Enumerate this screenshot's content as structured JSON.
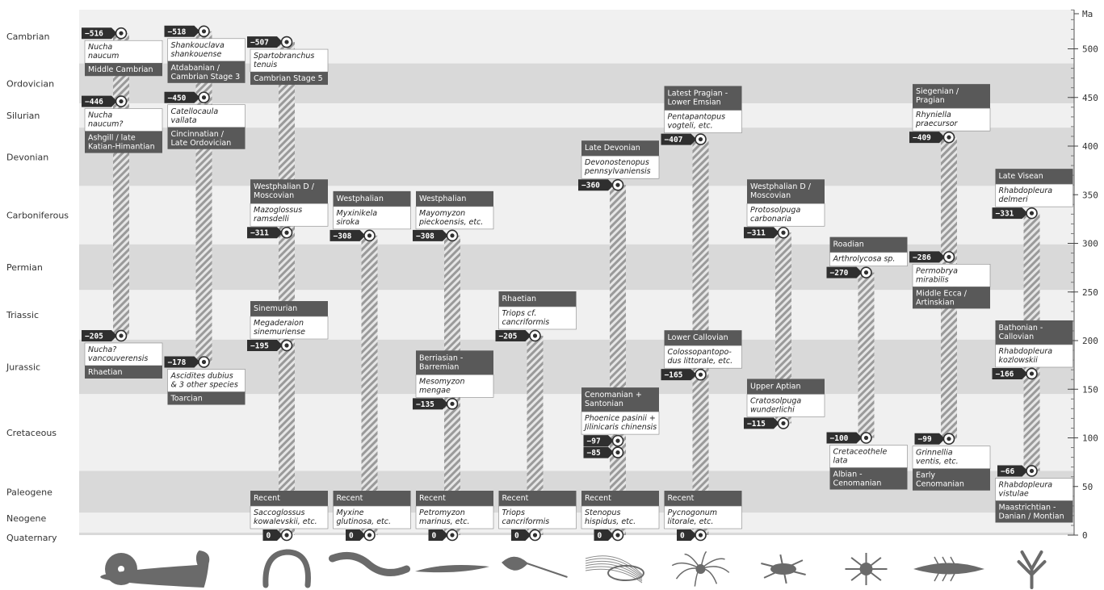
{
  "chart_data": {
    "type": "range",
    "unit_label": "Ma",
    "ylim": [
      0,
      530
    ],
    "y_ticks": [
      0,
      50,
      100,
      150,
      200,
      250,
      300,
      350,
      400,
      450,
      500
    ],
    "periods": [
      {
        "name": "Cambrian",
        "start": 541,
        "end": 485,
        "color": "#f0f0f0"
      },
      {
        "name": "Ordovician",
        "start": 485,
        "end": 444,
        "color": "#d9d9d9"
      },
      {
        "name": "Silurian",
        "start": 444,
        "end": 419,
        "color": "#f0f0f0"
      },
      {
        "name": "Devonian",
        "start": 419,
        "end": 359,
        "color": "#d9d9d9"
      },
      {
        "name": "Carboniferous",
        "start": 359,
        "end": 299,
        "color": "#f0f0f0"
      },
      {
        "name": "Permian",
        "start": 299,
        "end": 252,
        "color": "#d9d9d9"
      },
      {
        "name": "Triassic",
        "start": 252,
        "end": 201,
        "color": "#f0f0f0"
      },
      {
        "name": "Jurassic",
        "start": 201,
        "end": 145,
        "color": "#d9d9d9"
      },
      {
        "name": "Cretaceous",
        "start": 145,
        "end": 66,
        "color": "#f0f0f0"
      },
      {
        "name": "Paleogene",
        "start": 66,
        "end": 23,
        "color": "#d9d9d9"
      },
      {
        "name": "Neogene",
        "start": 23,
        "end": 2.6,
        "color": "#f0f0f0"
      },
      {
        "name": "Quaternary",
        "start": 2.6,
        "end": 0,
        "color": "#d9d9d9"
      }
    ],
    "columns": [
      {
        "icon": "sponge-like-fossil-icon",
        "records": [
          {
            "value": -516,
            "head": "",
            "name": "Nucha\nnaucum",
            "stage": "Middle Cambrian"
          },
          {
            "value": -446,
            "head": "",
            "name": "Nucha\nnaucum?",
            "stage": "Ashgill / late\nKatian-Himantian"
          },
          {
            "value": -205,
            "head": "",
            "name": "Nucha?\nvancouverensis",
            "stage": "Rhaetian"
          }
        ]
      },
      {
        "icon": "leech-like-fossil-icon",
        "records": [
          {
            "value": -518,
            "head": "",
            "name": "Shankouclava\nshankouense",
            "stage": "Atdabanian /\nCambrian Stage 3"
          },
          {
            "value": -450,
            "head": "",
            "name": "Catellocaula\nvallata",
            "stage": "Cincinnatian /\nLate Ordovician"
          },
          {
            "value": -178,
            "head": "",
            "name": "Ascidites dubius\n& 3 other species",
            "stage": "Toarcian"
          }
        ]
      },
      {
        "icon": "acorn-worm-icon",
        "records": [
          {
            "value": -507,
            "head": "",
            "name": "Spartobranchus\ntenuis",
            "stage": "Cambrian Stage 5"
          },
          {
            "value": -311,
            "head": "Westphalian D /\nMoscovian",
            "name": "Mazoglossus\nramsdelli",
            "stage": ""
          },
          {
            "value": -195,
            "head": "Sinemurian",
            "name": "Megaderaion\nsinemuriense",
            "stage": ""
          },
          {
            "value": 0,
            "head": "Recent",
            "name": "Saccoglossus\nkowalevskii, etc.",
            "stage": ""
          }
        ]
      },
      {
        "icon": "hagfish-icon",
        "records": [
          {
            "value": -308,
            "head": "Westphalian",
            "name": "Myxinikela\nsiroka",
            "stage": ""
          },
          {
            "value": 0,
            "head": "Recent",
            "name": "Myxine\nglutinosa, etc.",
            "stage": ""
          }
        ]
      },
      {
        "icon": "lamprey-icon",
        "records": [
          {
            "value": -308,
            "head": "Westphalian",
            "name": "Mayomyzon\npieckoensis, etc.",
            "stage": ""
          },
          {
            "value": -135,
            "head": "Berriasian -\nBarremian",
            "name": "Mesomyzon\nmengae",
            "stage": ""
          },
          {
            "value": 0,
            "head": "Recent",
            "name": "Petromyzon\nmarinus, etc.",
            "stage": ""
          }
        ]
      },
      {
        "icon": "tadpole-shrimp-icon",
        "records": [
          {
            "value": -205,
            "head": "Rhaetian",
            "name": "Triops cf.\ncancriformis",
            "stage": ""
          },
          {
            "value": 0,
            "head": "Recent",
            "name": "Triops\ncancriformis",
            "stage": ""
          }
        ]
      },
      {
        "icon": "shrimp-icon",
        "records": [
          {
            "value": -360,
            "head": "Late Devonian",
            "name": "Devonostenopus\npennsylvaniensis",
            "stage": ""
          },
          {
            "value": -97,
            "head": "Cenomanian +\nSantonian",
            "name": "Phoenice pasinii +\nJilinicaris chinensis",
            "stage": ""
          },
          {
            "value": -85,
            "head": "",
            "name": "",
            "stage": ""
          },
          {
            "value": 0,
            "head": "Recent",
            "name": "Stenopus\nhispidus, etc.",
            "stage": ""
          }
        ]
      },
      {
        "icon": "sea-spider-icon",
        "records": [
          {
            "value": -407,
            "head": "Latest Pragian -\nLower Emsian",
            "name": "Pentapantopus\nvogteli, etc.",
            "stage": ""
          },
          {
            "value": -165,
            "head": "Lower Callovian",
            "name": "Colossopantopo-\ndus littorale, etc.",
            "stage": ""
          },
          {
            "value": 0,
            "head": "Recent",
            "name": "Pycnogonum\nlitorale, etc.",
            "stage": ""
          }
        ]
      },
      {
        "icon": "sun-spider-icon",
        "records": [
          {
            "value": -311,
            "head": "Westphalian D /\nMoscovian",
            "name": "Protosolpuga\ncarbonaria",
            "stage": ""
          },
          {
            "value": -115,
            "head": "Upper Aptian",
            "name": "Cratosolpuga\nwunderlichi",
            "stage": ""
          }
        ]
      },
      {
        "icon": "wolf-spider-icon",
        "records": [
          {
            "value": -270,
            "head": "Roadian",
            "name": "Arthrolycosa sp.",
            "stage": ""
          },
          {
            "value": -100,
            "head": "",
            "name": "Cretaceothele\nlata",
            "stage": "Albian -\nCenomanian"
          }
        ]
      },
      {
        "icon": "mite-icon",
        "records": [
          {
            "value": -409,
            "head": "Siegenian /\nPragian",
            "name": "Rhyniella\npraecursor",
            "stage": ""
          },
          {
            "value": -286,
            "head": "",
            "name": "Permobrya\nmirabilis",
            "stage": "Middle Ecca /\nArtinskian"
          },
          {
            "value": -99,
            "head": "",
            "name": "Grinnellia\nventis, etc.",
            "stage": "Early\nCenomanian"
          }
        ]
      },
      {
        "icon": "pterobranch-icon",
        "records": [
          {
            "value": -331,
            "head": "Late Visean",
            "name": "Rhabdopleura\ndelmeri",
            "stage": ""
          },
          {
            "value": -166,
            "head": "Bathonian -\nCallovian",
            "name": "Rhabdopleura\nkozlowskii",
            "stage": ""
          },
          {
            "value": -66,
            "head": "",
            "name": "Rhabdopleura\nvistulae",
            "stage": "Maastrichtian -\nDanian / Montian"
          }
        ]
      }
    ]
  }
}
